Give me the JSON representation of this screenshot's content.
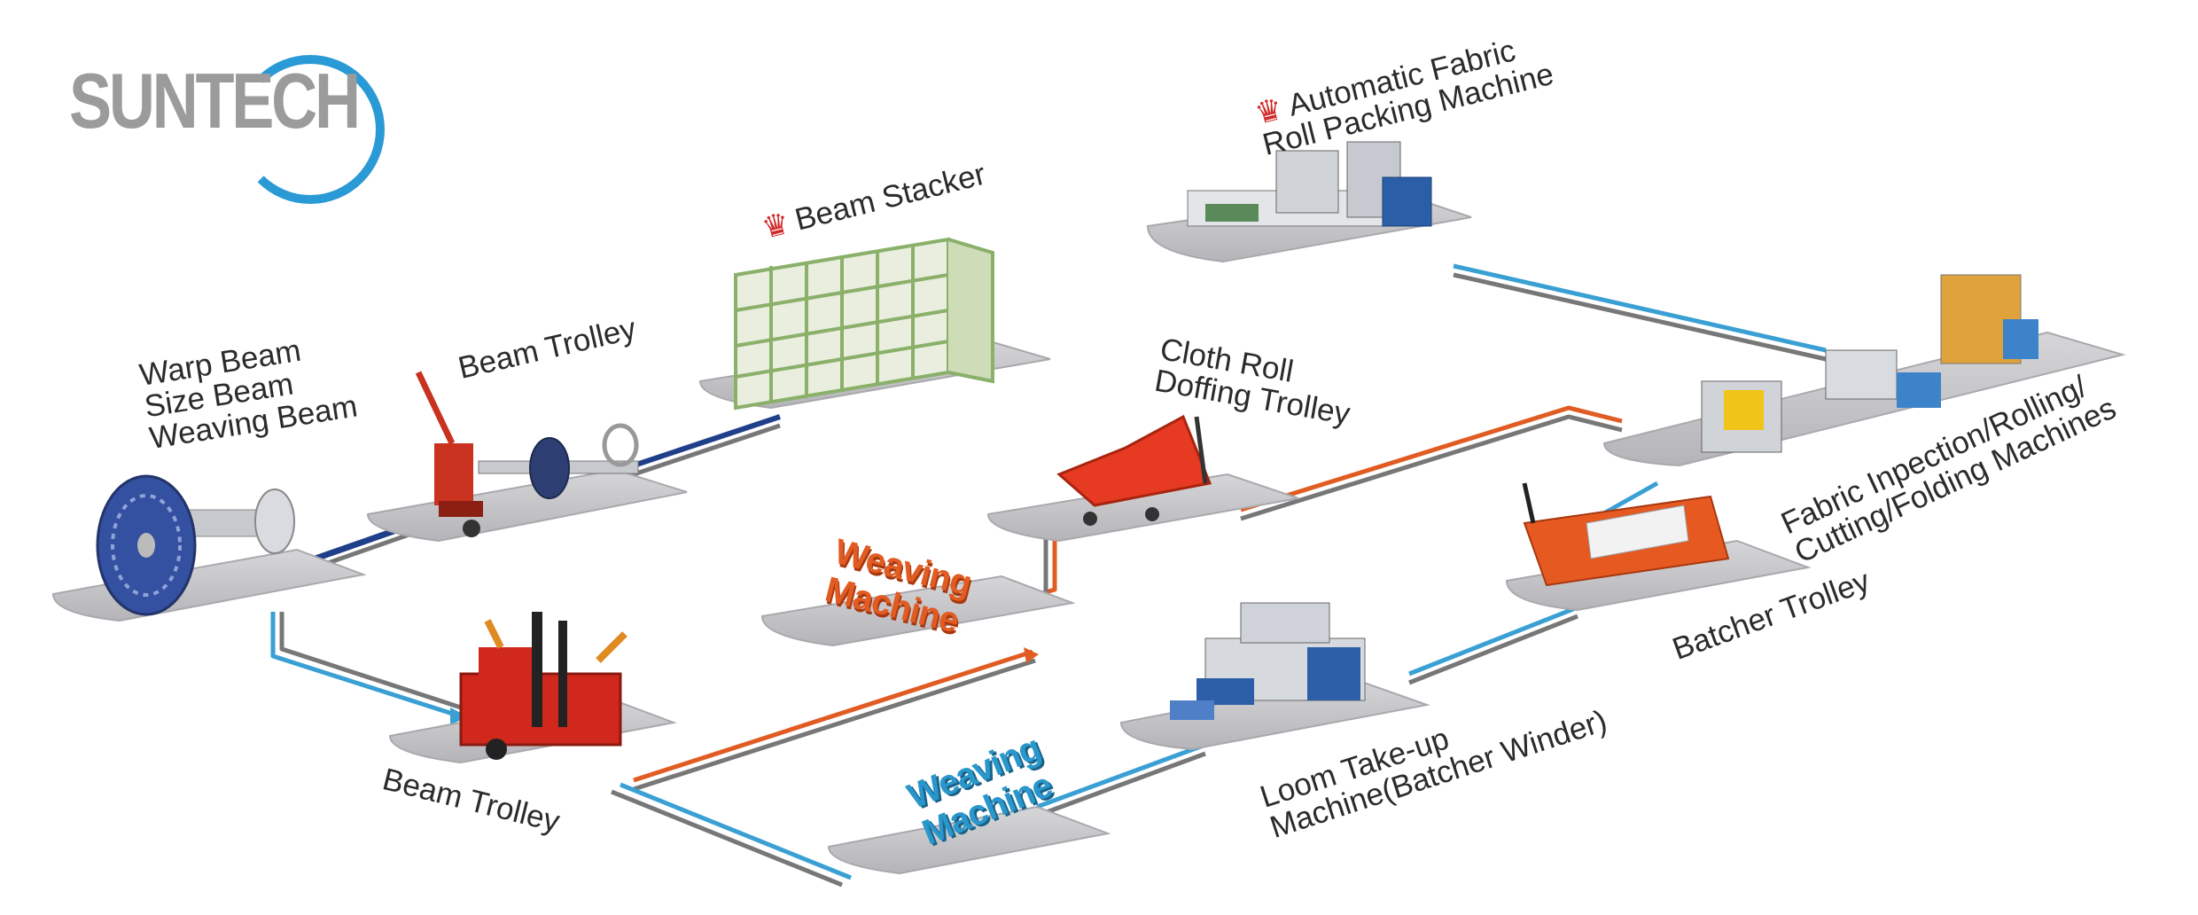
{
  "logo": {
    "text": "SUNTECH"
  },
  "colors": {
    "platform": "#c9c9cc",
    "flow_blue": "#3aa0d4",
    "flow_orange": "#e15c22",
    "flow_gray": "#777777",
    "crown": "#d12a2a"
  },
  "labels": {
    "warp_beam": [
      "Warp Beam",
      "Size Beam",
      "Weaving Beam"
    ],
    "beam_trolley_top": "Beam Trolley",
    "beam_stacker": "Beam Stacker",
    "auto_packing": [
      "Automatic Fabric",
      "Roll Packing Machine"
    ],
    "cloth_roll": [
      "Cloth Roll",
      "Doffing Trolley"
    ],
    "weaving_machine_orange": [
      "Weaving",
      "Machine"
    ],
    "weaving_machine_blue": [
      "Weaving",
      "Machine"
    ],
    "beam_trolley_bottom": "Beam Trolley",
    "loom_takeup": [
      "Loom Take-up",
      "Machine(Batcher Winder)"
    ],
    "batcher_trolley": "Batcher Trolley",
    "fabric_inspection": [
      "Fabric  Inpection/Rolling/",
      "Cutting/Folding Machines"
    ]
  },
  "highlights": {
    "beam_stacker": "crown-icon",
    "auto_packing": "crown-icon"
  }
}
